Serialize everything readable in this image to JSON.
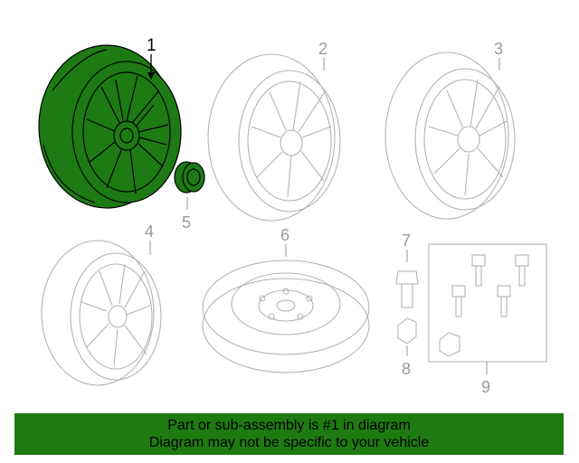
{
  "callouts": {
    "n1": "1",
    "n2": "2",
    "n3": "3",
    "n4": "4",
    "n5": "5",
    "n6": "6",
    "n7": "7",
    "n8": "8",
    "n9": "9"
  },
  "banner": {
    "line1": "Part or sub-assembly is #1 in diagram",
    "line2": "Diagram may not be specific to your vehicle"
  },
  "colors": {
    "highlight": "#1f7a12",
    "line": "#b4b4b4",
    "ink": "#000000"
  }
}
